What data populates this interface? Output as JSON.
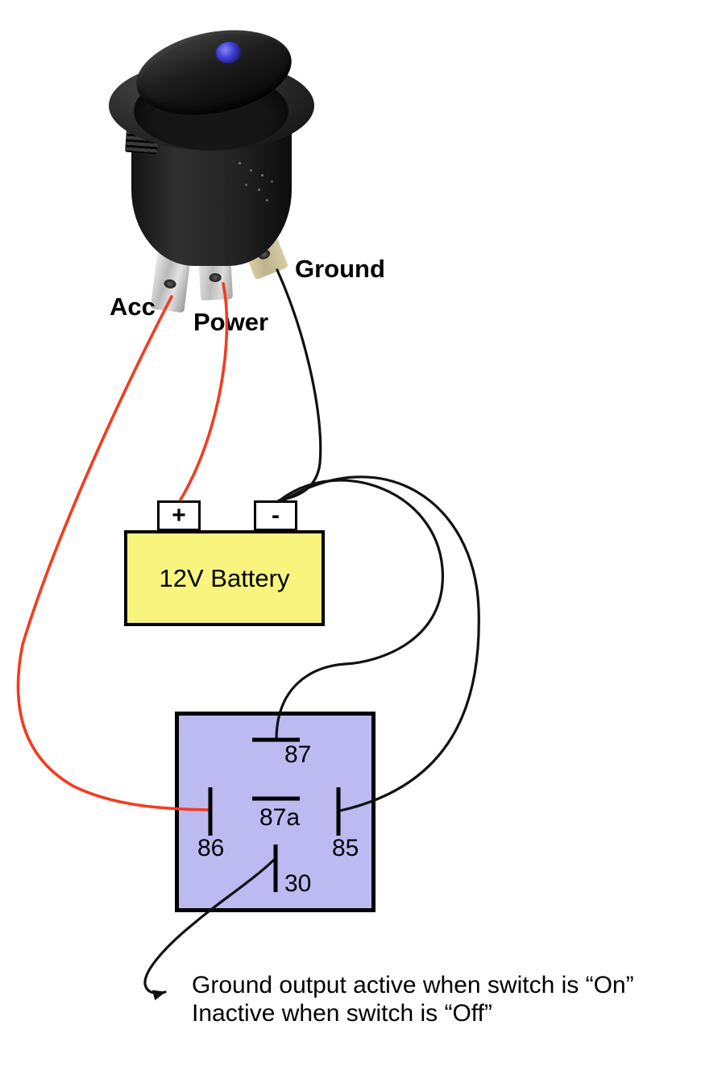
{
  "labels": {
    "acc": "Acc",
    "power": "Power",
    "ground": "Ground"
  },
  "battery": {
    "label": "12V Battery",
    "positive": "+",
    "negative": "-"
  },
  "relay": {
    "p87": "87",
    "p87a": "87a",
    "p86": "86",
    "p85": "85",
    "p30": "30"
  },
  "note": {
    "line1": "Ground output active when switch is “On”",
    "line2": "Inactive when switch is “Off”"
  },
  "colors": {
    "wire_red": "#f43b1e",
    "wire_black": "#111111",
    "battery_fill": "#f8f47d",
    "relay_fill": "#bdbaf2",
    "led_blue": "#3b3bd0"
  }
}
